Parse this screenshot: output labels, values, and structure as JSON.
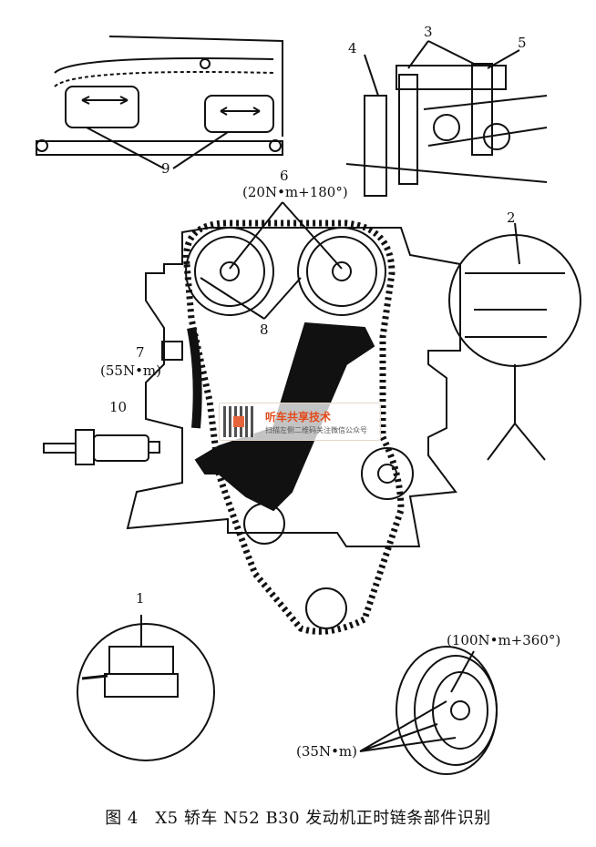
{
  "labels": {
    "l1": "1",
    "l2": "2",
    "l3": "3",
    "l4": "4",
    "l5": "5",
    "l6": "6",
    "l6_torque": "(20N•m+180°)",
    "l7": "7",
    "l7_torque": "(55N•m)",
    "l8": "8",
    "l9": "9",
    "l10": "10",
    "crank_torque": "(100N•m+360°)",
    "damper_torque": "(35N•m)"
  },
  "caption": "图 4　X5 轿车 N52 B30 发动机正时链条部件识别",
  "watermark": {
    "title": "听车共享技术",
    "subtitle": "扫描左侧二维码关注微信公众号"
  }
}
